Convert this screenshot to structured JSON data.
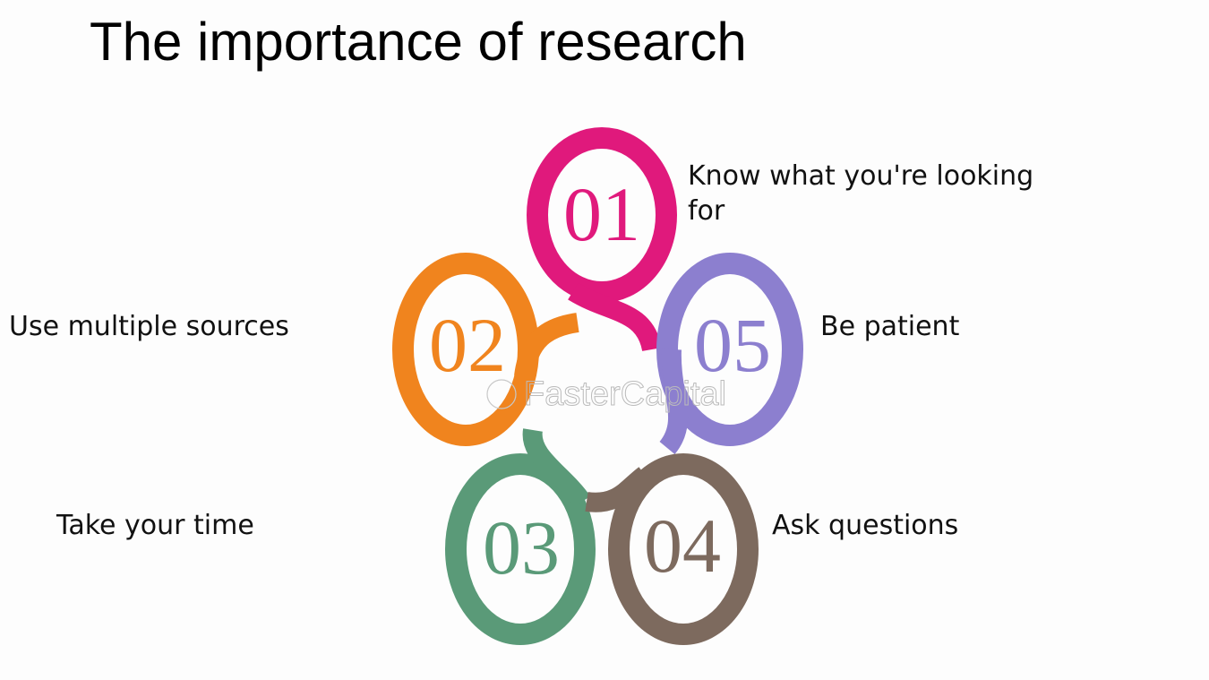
{
  "title": "The importance of research",
  "watermark": "FasterCapital",
  "steps": [
    {
      "number": "01",
      "label_line1": "Know what you're looking",
      "label_line2": "for",
      "color": "#e0197c"
    },
    {
      "number": "02",
      "label": "Use multiple sources",
      "color": "#f0841e"
    },
    {
      "number": "03",
      "label": "Take your time",
      "color": "#5a9a78"
    },
    {
      "number": "04",
      "label": "Ask questions",
      "color": "#7d6a5e"
    },
    {
      "number": "05",
      "label": "Be patient",
      "color": "#8c7fcf"
    }
  ]
}
